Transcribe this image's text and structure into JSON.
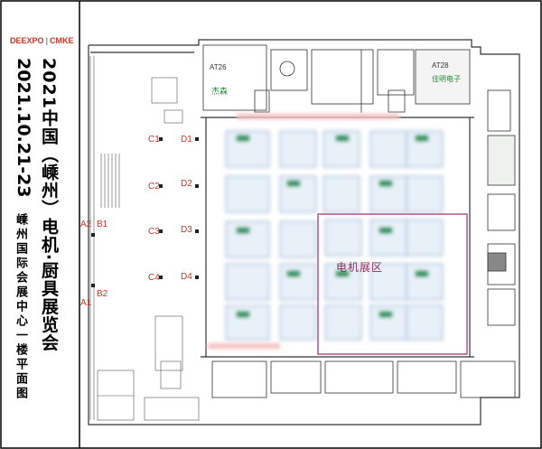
{
  "logo": {
    "left": "DEEXPO",
    "right": "CMKE"
  },
  "title": {
    "line1": "2021中国（嵊州）电机·厨具展览会",
    "line2": "2021.10.21-23",
    "line3": "嵊州国际会展中心一楼平面图"
  },
  "entrances": [
    "C1",
    "C2",
    "C3",
    "C4",
    "D1",
    "D2",
    "D3",
    "D4",
    "A2",
    "B1",
    "B2",
    "A1"
  ],
  "booths": {
    "at26": {
      "code": "AT26",
      "name": "杰森"
    },
    "at28": {
      "code": "AT28",
      "name": "佳明电子"
    }
  },
  "zone": {
    "name": "电机展区"
  },
  "colors": {
    "zone_border": "#b5608a",
    "label": "#c0392b",
    "wall": "#333333",
    "booth_fill": "#e8f0f8"
  }
}
